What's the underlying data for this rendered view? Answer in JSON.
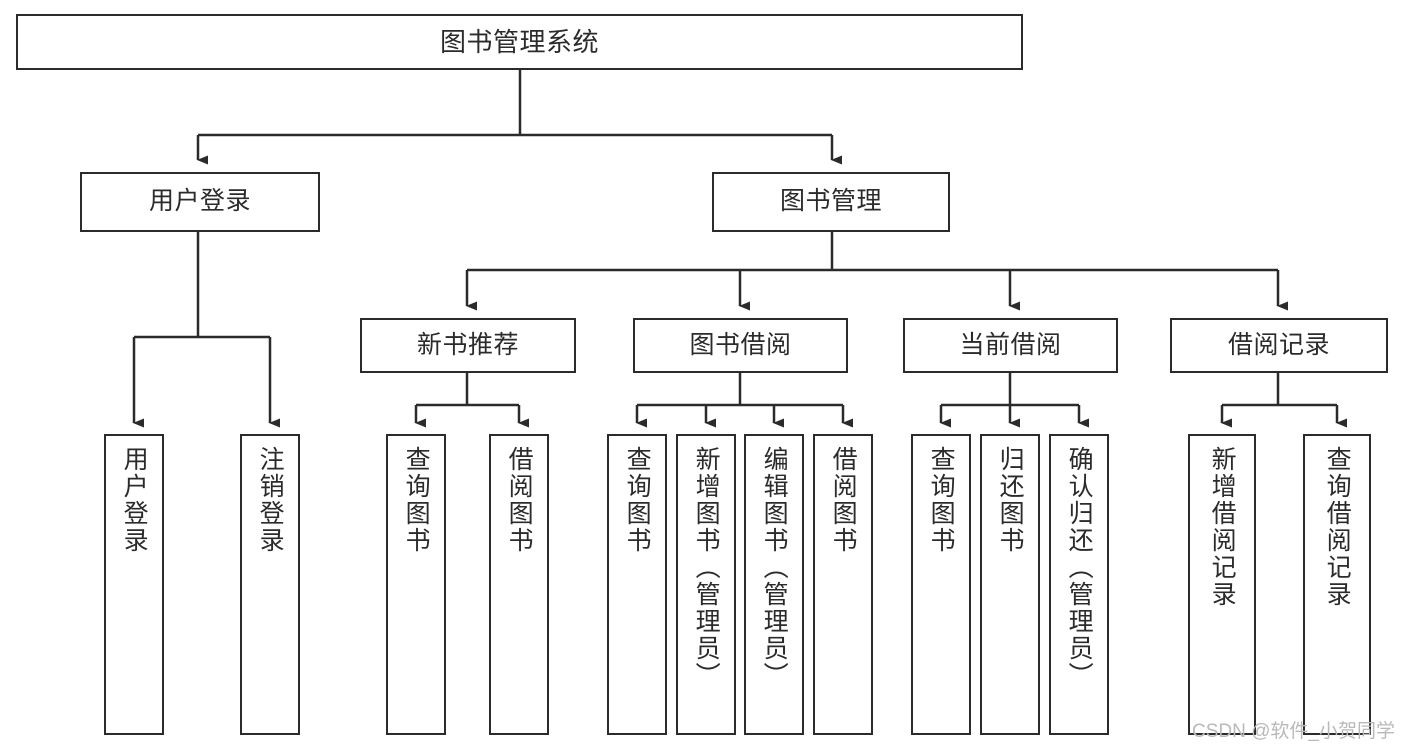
{
  "diagram": {
    "type": "tree",
    "title": "图书管理系统",
    "orientation": "top-down",
    "watermark": "CSDN @软件_小贺同学",
    "colors": {
      "stroke": "#2b2b2b",
      "fill": "#ffffff",
      "background": "#ffffff",
      "watermark": "#b9b9b9"
    }
  },
  "nodes": {
    "root": {
      "label": "图书管理系统"
    },
    "level1": [
      {
        "id": "user-login",
        "label": "用户登录"
      },
      {
        "id": "book-manage",
        "label": "图书管理"
      }
    ],
    "level2": [
      {
        "id": "new-book-recommend",
        "label": "新书推荐"
      },
      {
        "id": "book-borrow",
        "label": "图书借阅"
      },
      {
        "id": "current-borrow",
        "label": "当前借阅"
      },
      {
        "id": "borrow-record",
        "label": "借阅记录"
      }
    ],
    "leaves": {
      "user-login": [
        {
          "id": "leaf-user-login",
          "label": "用户登录"
        },
        {
          "id": "leaf-user-logout",
          "label": "注销登录"
        }
      ],
      "new-book-recommend": [
        {
          "id": "leaf-query-book-1",
          "label": "查询图书"
        },
        {
          "id": "leaf-borrow-book-1",
          "label": "借阅图书"
        }
      ],
      "book-borrow": [
        {
          "id": "leaf-query-book-2",
          "label": "查询图书"
        },
        {
          "id": "leaf-add-book",
          "label": "新增图书（管理员）"
        },
        {
          "id": "leaf-edit-book",
          "label": "编辑图书（管理员）"
        },
        {
          "id": "leaf-borrow-book-2",
          "label": "借阅图书"
        }
      ],
      "current-borrow": [
        {
          "id": "leaf-query-book-3",
          "label": "查询图书"
        },
        {
          "id": "leaf-return-book",
          "label": "归还图书"
        },
        {
          "id": "leaf-confirm-return",
          "label": "确认归还（管理员）"
        }
      ],
      "borrow-record": [
        {
          "id": "leaf-add-record",
          "label": "新增借阅记录"
        },
        {
          "id": "leaf-query-record",
          "label": "查询借阅记录"
        }
      ]
    }
  },
  "edges": [
    {
      "from": "root",
      "to": "user-login"
    },
    {
      "from": "root",
      "to": "book-manage"
    },
    {
      "from": "book-manage",
      "to": "new-book-recommend"
    },
    {
      "from": "book-manage",
      "to": "book-borrow"
    },
    {
      "from": "book-manage",
      "to": "current-borrow"
    },
    {
      "from": "book-manage",
      "to": "borrow-record"
    },
    {
      "from": "user-login",
      "to": "leaf-user-login"
    },
    {
      "from": "user-login",
      "to": "leaf-user-logout"
    },
    {
      "from": "new-book-recommend",
      "to": "leaf-query-book-1"
    },
    {
      "from": "new-book-recommend",
      "to": "leaf-borrow-book-1"
    },
    {
      "from": "book-borrow",
      "to": "leaf-query-book-2"
    },
    {
      "from": "book-borrow",
      "to": "leaf-add-book"
    },
    {
      "from": "book-borrow",
      "to": "leaf-edit-book"
    },
    {
      "from": "book-borrow",
      "to": "leaf-borrow-book-2"
    },
    {
      "from": "current-borrow",
      "to": "leaf-query-book-3"
    },
    {
      "from": "current-borrow",
      "to": "leaf-return-book"
    },
    {
      "from": "current-borrow",
      "to": "leaf-confirm-return"
    },
    {
      "from": "borrow-record",
      "to": "leaf-add-record"
    },
    {
      "from": "borrow-record",
      "to": "leaf-query-record"
    }
  ]
}
